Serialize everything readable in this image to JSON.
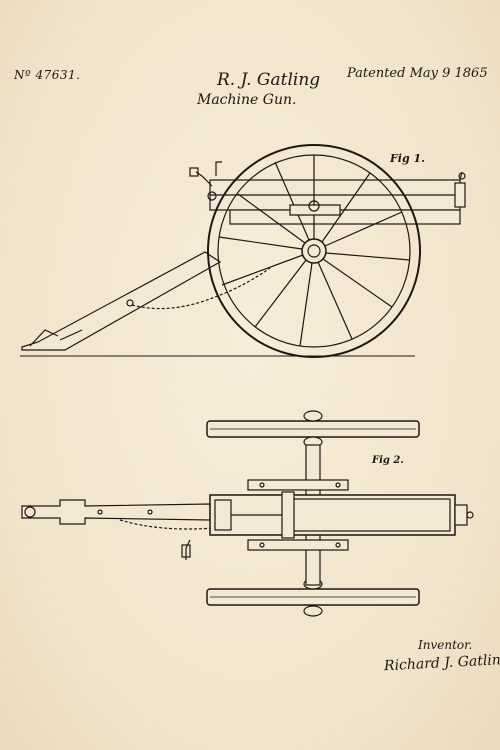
{
  "document": {
    "patent_number": "Nº 47631.",
    "inventor": "R. J. Gatling",
    "title": "Machine Gun.",
    "patent_date": "Patented May 9 1865",
    "figure_1_label": "Fig 1.",
    "figure_2_label": "Fig 2.",
    "inventor_label": "Inventor.",
    "signature": "Richard J. Gatling"
  },
  "colors": {
    "paper": "#f3e8d3",
    "ink": "#1c1712"
  }
}
